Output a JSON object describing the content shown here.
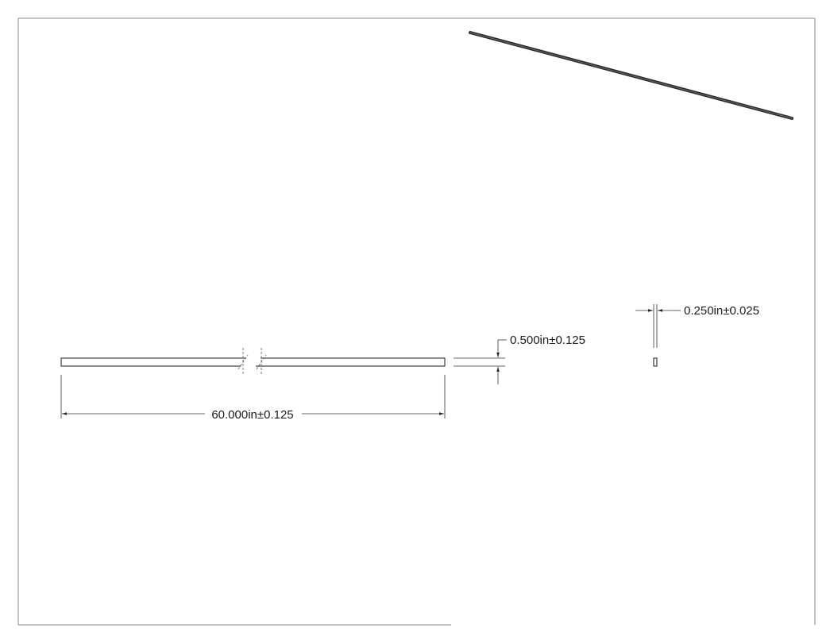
{
  "drawing": {
    "part": {
      "length": "60.000in±0.125",
      "height": "0.500in±0.125",
      "thickness": "0.250in±0.025"
    }
  }
}
